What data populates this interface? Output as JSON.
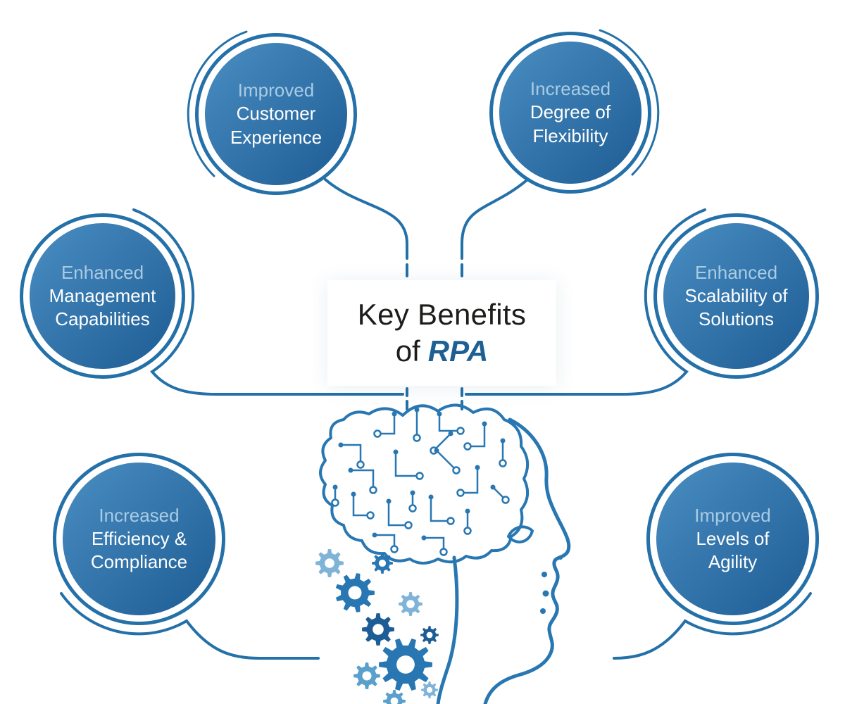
{
  "title": {
    "line1": "Key Benefits",
    "line2_prefix": "of",
    "acronym": "RPA"
  },
  "benefits": [
    {
      "line1": "Improved",
      "line2": "Customer",
      "line3": "Experience"
    },
    {
      "line1": "Increased",
      "line2": "Degree of",
      "line3": "Flexibility"
    },
    {
      "line1": "Enhanced",
      "line2": "Management",
      "line3": "Capabilities"
    },
    {
      "line1": "Enhanced",
      "line2": "Scalability of",
      "line3": "Solutions"
    },
    {
      "line1": "Increased",
      "line2": "Efficiency &",
      "line3": "Compliance"
    },
    {
      "line1": "Improved",
      "line2": "Levels of",
      "line3": "Agility"
    }
  ],
  "illustration": {
    "name": "human-head-profile-with-circuit-brain-and-gears"
  },
  "colors": {
    "ring": "#2470a8",
    "circle_gradient_start": "#4a8ec2",
    "circle_gradient_end": "#1d5c94",
    "highlight_text": "#a9cbe3",
    "body_text": "#ffffff",
    "accent": "#1e5f94",
    "line": "#2470a8",
    "illustration": "#2877b2"
  }
}
